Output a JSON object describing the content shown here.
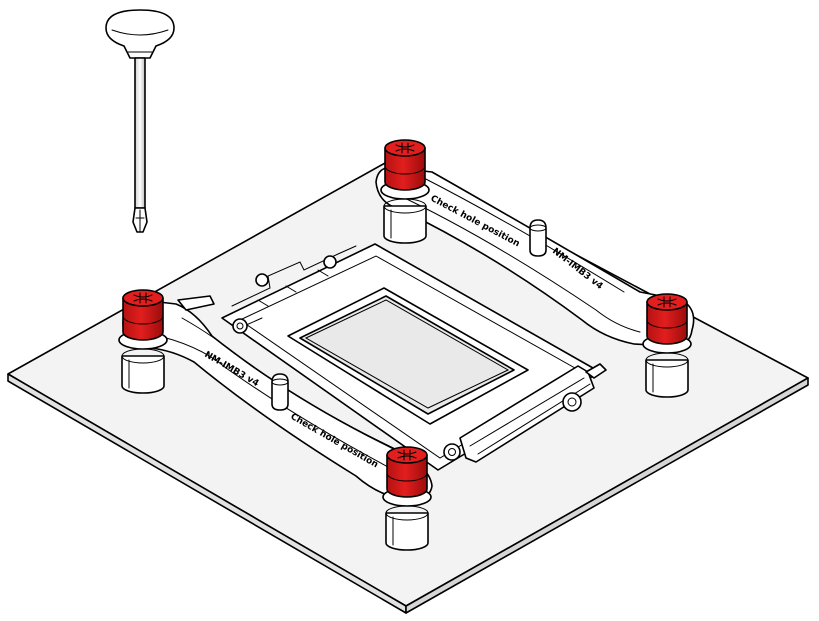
{
  "colors": {
    "background": "#ffffff",
    "board": "#f3f3f3",
    "metal": "#ffffff",
    "cpu": "#e9e9e9",
    "thumbscrew": "#e21e1e",
    "thumbscrew_dark": "#a50d0d",
    "outline": "#000000"
  },
  "icons": {
    "screwdriver": "screwdriver-icon",
    "thumbscrew": "thumbscrew-icon"
  },
  "mounting_bars": {
    "top_right": {
      "model_label": "NM-IMB3 v4",
      "check_label": "Check hole position"
    },
    "bottom_left": {
      "model_label": "NM-IMB3 v4",
      "check_label": "Check hole position"
    }
  }
}
